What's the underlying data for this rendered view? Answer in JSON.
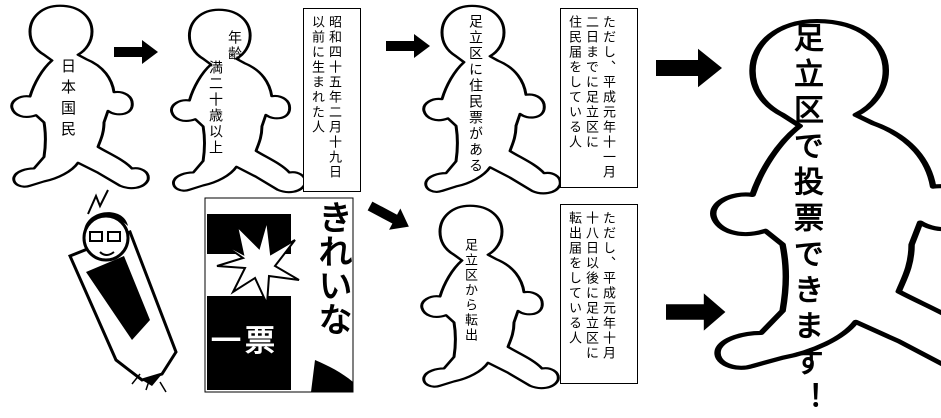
{
  "figures": {
    "fig1": {
      "label": "日本国民"
    },
    "fig2": {
      "label_a": "年齢",
      "label_b": "満二十歳以上"
    },
    "fig3": {
      "label": "足立区に住民票がある"
    },
    "fig4": {
      "label": "足立区から転出"
    },
    "result": {
      "label": "足立区で投票できます！"
    }
  },
  "notes": {
    "birth": {
      "col1": "昭和四十五年二月十九日",
      "col2": "以前に生まれた人"
    },
    "resident": {
      "col1": "ただし、平成元年十一月",
      "col2": "二日までに足立区に",
      "col3": "住民届をしている人"
    },
    "moved": {
      "col1": "ただし、平成元年十月",
      "col2": "十八日以後に足立区に",
      "col3": "転出届をしている人"
    }
  },
  "poster": {
    "line1": "きれいな",
    "big_glyph": "一票"
  }
}
